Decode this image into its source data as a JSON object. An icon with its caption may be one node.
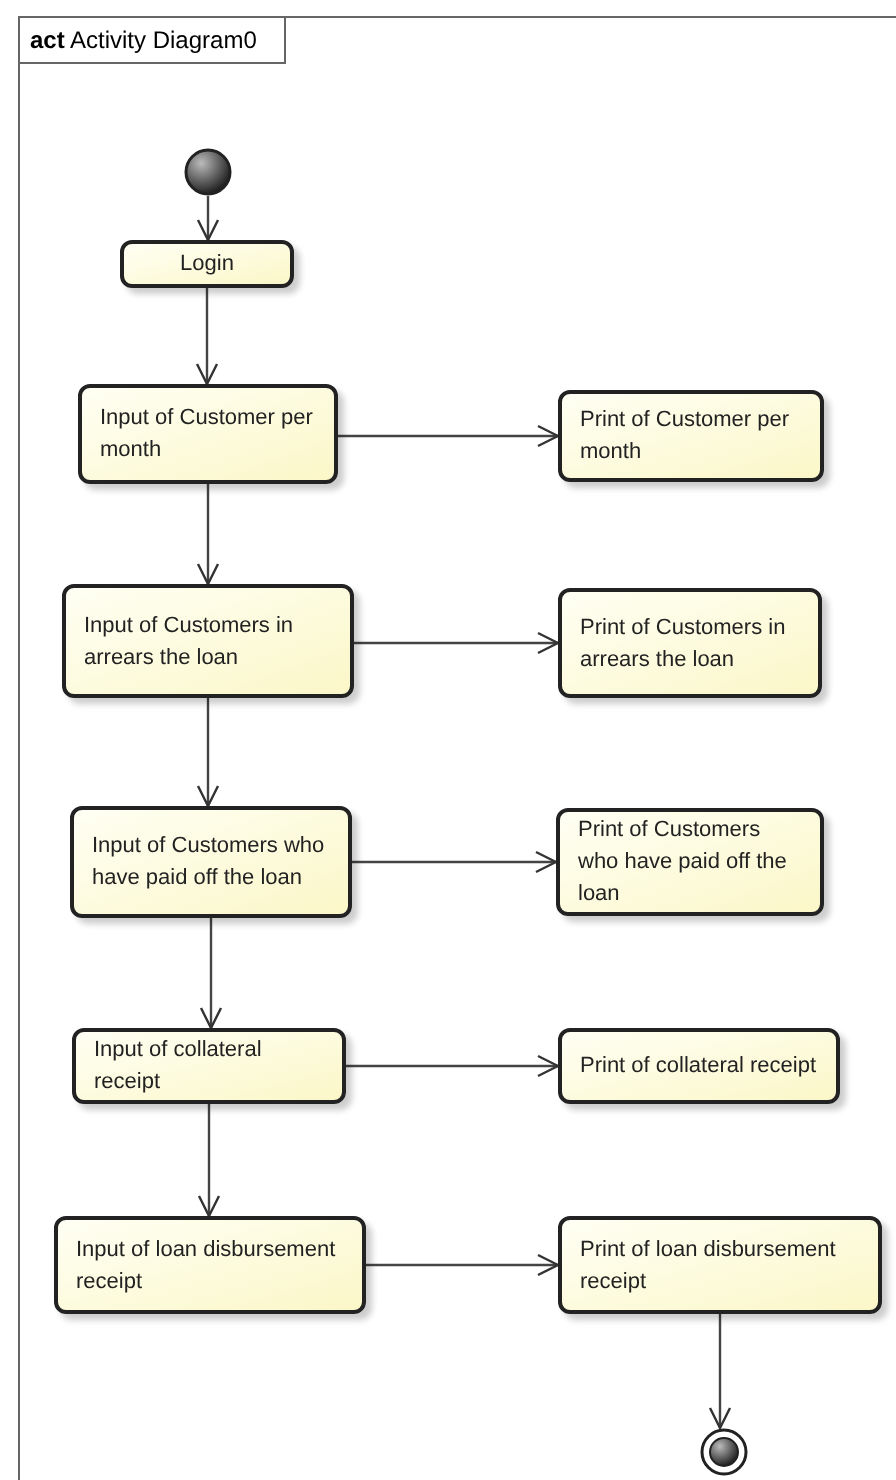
{
  "diagram": {
    "title": "**act** Activity Diagram0",
    "nodes": [
      {
        "text": [],
        "shape": "circle"
      },
      {
        "text": [
          "Login"
        ]
      },
      {
        "text": [
          "Input of Customer per month"
        ]
      },
      {
        "text": [
          "Print of Customer per month"
        ]
      },
      {
        "text": [
          "Input of Customers in arrears the loan"
        ]
      },
      {
        "text": [
          "Print of Customers in arrears the loan"
        ]
      },
      {
        "text": [
          "Input of Customers who have paid off the loan"
        ]
      },
      {
        "text": [
          "Print of Customers who have paid off the loan"
        ]
      },
      {
        "text": [
          "Input of collateral receipt"
        ]
      },
      {
        "text": [
          "Print of collateral receipt"
        ]
      },
      {
        "text": [
          "Input of loan disbursement receipt"
        ]
      },
      {
        "text": [
          "Print of loan disbursement receipt"
        ]
      },
      {
        "text": [],
        "shape": "circle"
      }
    ],
    "edges": [
      {
        "from": 0,
        "to": 1,
        "arrow": "to"
      },
      {
        "from": 1,
        "to": 2,
        "arrow": "to"
      },
      {
        "from": 2,
        "to": 3,
        "arrow": "to"
      },
      {
        "from": 2,
        "to": 4,
        "arrow": "to"
      },
      {
        "from": 4,
        "to": 5,
        "arrow": "to"
      },
      {
        "from": 4,
        "to": 6,
        "arrow": "to"
      },
      {
        "from": 6,
        "to": 7,
        "arrow": "to"
      },
      {
        "from": 6,
        "to": 8,
        "arrow": "to"
      },
      {
        "from": 8,
        "to": 9,
        "arrow": "to"
      },
      {
        "from": 8,
        "to": 10,
        "arrow": "to"
      },
      {
        "from": 10,
        "to": 11,
        "arrow": "to"
      },
      {
        "from": 11,
        "to": 12,
        "arrow": "to"
      }
    ]
  }
}
